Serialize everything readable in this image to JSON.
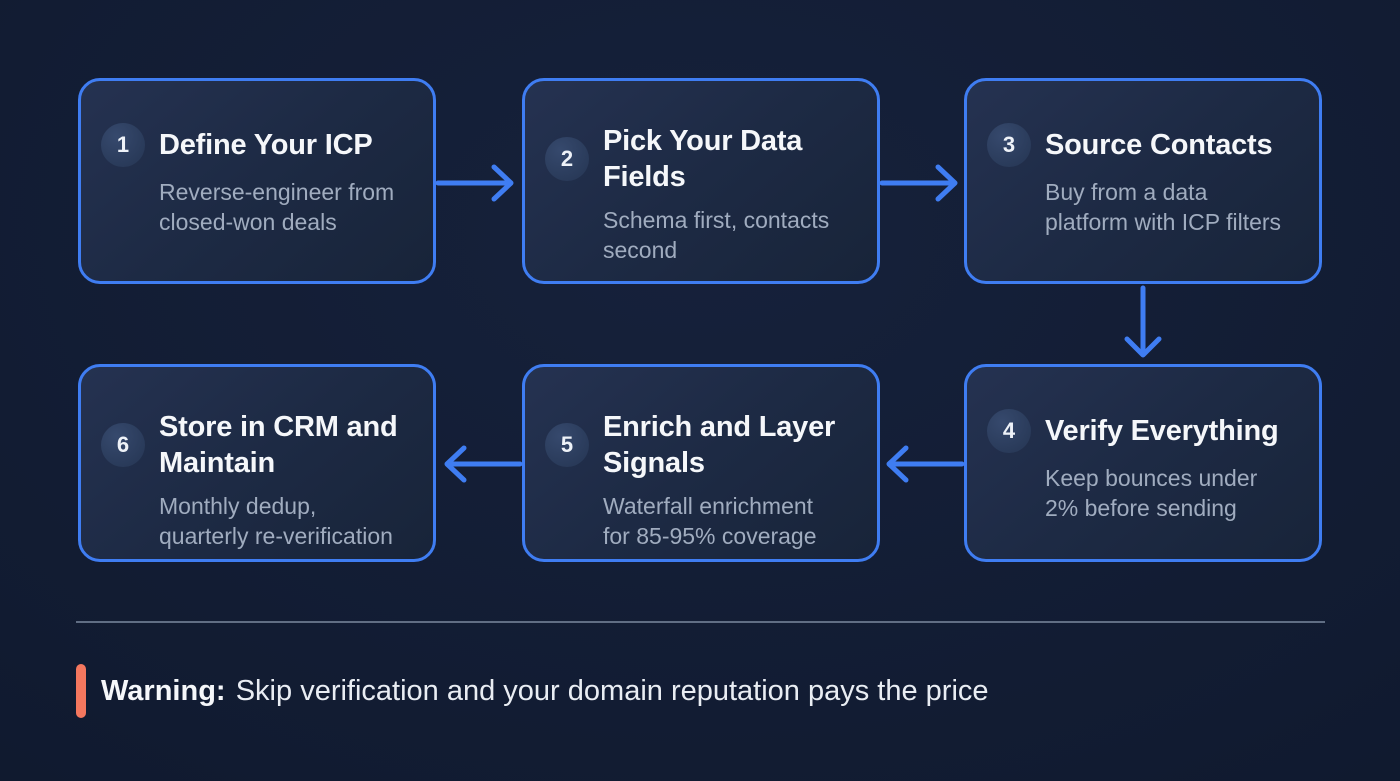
{
  "diagram": {
    "steps": [
      {
        "number": "1",
        "title": "Define Your ICP",
        "subtitle": "Reverse-engineer from\nclosed-won deals"
      },
      {
        "number": "2",
        "title": "Pick Your Data\nFields",
        "subtitle": "Schema first, contacts\nsecond"
      },
      {
        "number": "3",
        "title": "Source Contacts",
        "subtitle": "Buy from a data\nplatform with ICP filters"
      },
      {
        "number": "4",
        "title": "Verify Everything",
        "subtitle": "Keep bounces under\n2% before sending"
      },
      {
        "number": "5",
        "title": "Enrich and Layer\nSignals",
        "subtitle": "Waterfall enrichment\nfor 85-95% coverage"
      },
      {
        "number": "6",
        "title": "Store in CRM and\nMaintain",
        "subtitle": "Monthly dedup,\nquarterly re-verification"
      }
    ],
    "connections": [
      "step1-to-step2",
      "step2-to-step3",
      "step3-to-step4",
      "step4-to-step5",
      "step5-to-step6"
    ]
  },
  "warning": {
    "label": "Warning:",
    "message": "Skip verification and your domain reputation pays the price"
  },
  "colors": {
    "accent_blue": "#3f7df2",
    "warning_accent": "#f4775e",
    "card_background": "#1d2a44",
    "page_background": "#111b31"
  }
}
